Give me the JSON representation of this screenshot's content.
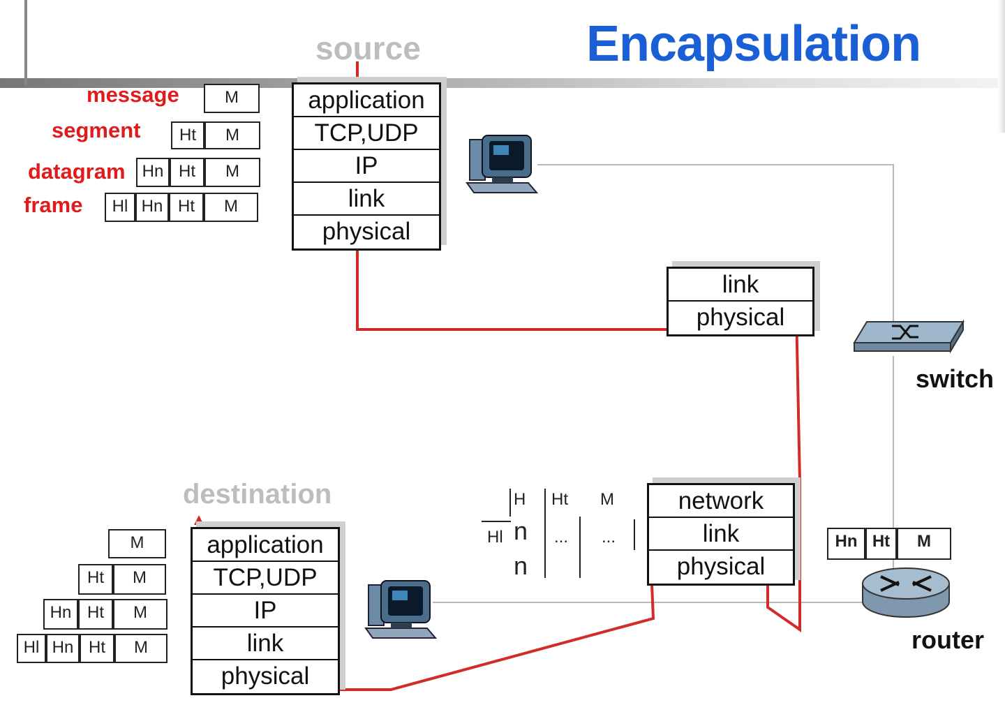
{
  "title": "Encapsulation",
  "source_label": "source",
  "destination_label": "destination",
  "pdu_labels": {
    "message": "message",
    "segment": "segment",
    "datagram": "datagram",
    "frame": "frame"
  },
  "headers": {
    "m": "M",
    "ht": "Ht",
    "hn": "Hn",
    "hl": "Hl",
    "h": "H",
    "n": "n",
    "ellipsis": "..."
  },
  "source_stack": [
    "application",
    "TCP,UDP",
    "IP",
    "link",
    "physical"
  ],
  "destination_stack": [
    "application",
    "TCP,UDP",
    "IP",
    "link",
    "physical"
  ],
  "switch_stack": [
    "link",
    "physical"
  ],
  "router_stack": [
    "network",
    "link",
    "physical"
  ],
  "device_labels": {
    "switch": "switch",
    "router": "router"
  },
  "colors": {
    "title": "#1a5fd6",
    "path": "#d42a2a",
    "pdu_label": "#e01b1b",
    "link_line": "#b8b8b8"
  }
}
